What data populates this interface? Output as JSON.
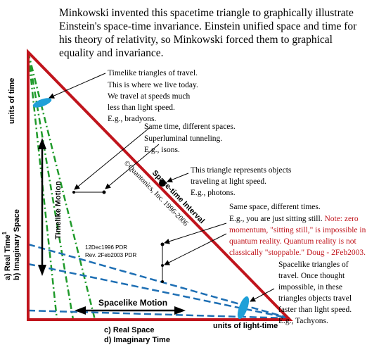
{
  "intro": {
    "lines": [
      "Minkowski invented this spacetime triangle to graphically illustrate",
      "Einstein's space-time invariance.  Einstein unified space and time for",
      "his theory of relativity, so Minkowski  forced them to graphical",
      "equality and invariance."
    ]
  },
  "timelike_note": {
    "lines": [
      "Timelike triangles of travel.",
      "This is where we live today.",
      "We travel at speeds much",
      "less than light speed.",
      "E.g., bradyons."
    ]
  },
  "same_time_note": {
    "lines": [
      "Same time, different spaces.",
      "Superluminal tunneling.",
      "E.g., isons."
    ]
  },
  "photon_note": {
    "lines": [
      "This triangle represents objects",
      "traveling at light speed.",
      "E.g., photons."
    ]
  },
  "same_space_note": {
    "line1": "Same space, different times.",
    "line2_black": "E.g., you are just sitting still.",
    "line2_red": " Note: zero",
    "red_lines": [
      "momentum, \"sitting still,\" is impossible in",
      "quantum reality. Quantum reality is not",
      "classically \"stoppable.\" Doug - 2Feb2003."
    ]
  },
  "spacelike_note": {
    "lines": [
      "Spacelike triangles of",
      "travel.  Once thought",
      "impossible, in these",
      "triangles objects travel",
      "faster than light speed.",
      "E.g., Tachyons."
    ]
  },
  "labels": {
    "hypotenuse": "Space-time Interval",
    "copyright": "©Quantonics, Inc. 1996-2006",
    "timelike_motion": "Timelike Motion",
    "spacelike_motion": "Spacelike Motion",
    "units_of_time": "units of time",
    "units_of_light_time": "units of light-time",
    "real_time": "a) Real Time",
    "real_time_sup": "1",
    "imaginary_space": "b) Imaginary Space",
    "real_space": "c) Real Space",
    "imaginary_time": "d) Imaginary Time",
    "date1": "12Dec1996 PDR",
    "date2": "Rev. 2Feb2003 PDR"
  },
  "colors": {
    "triangle": "#c0141c",
    "note_red": "#c0141c",
    "blue": "#1e6fb4",
    "green": "#1f9a2a",
    "ellipse": "#1fa0d8"
  }
}
